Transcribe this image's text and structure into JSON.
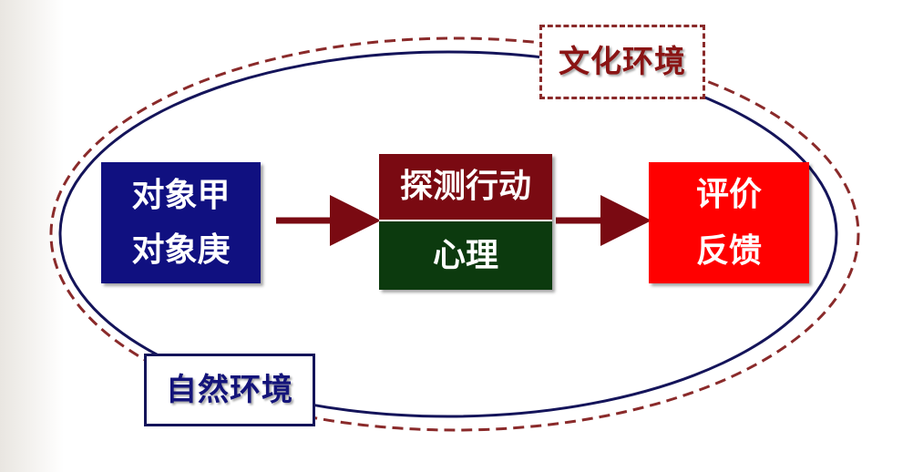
{
  "environments": {
    "culture": "文化环境",
    "nature": "自然环境"
  },
  "objects": {
    "line1": "对象甲",
    "line2": "对象庚"
  },
  "process": {
    "action": "探测行动",
    "psychology": "心理"
  },
  "evaluation": {
    "line1": "评价",
    "line2": "反馈"
  },
  "colors": {
    "objects_box": "#101080",
    "action_box": "#7a0a12",
    "psychology_box": "#0c3a0e",
    "evaluation_box": "#ff0000",
    "arrow": "#7a0a12",
    "culture_ring": "#8a2a2a",
    "nature_ring": "#14145a"
  }
}
